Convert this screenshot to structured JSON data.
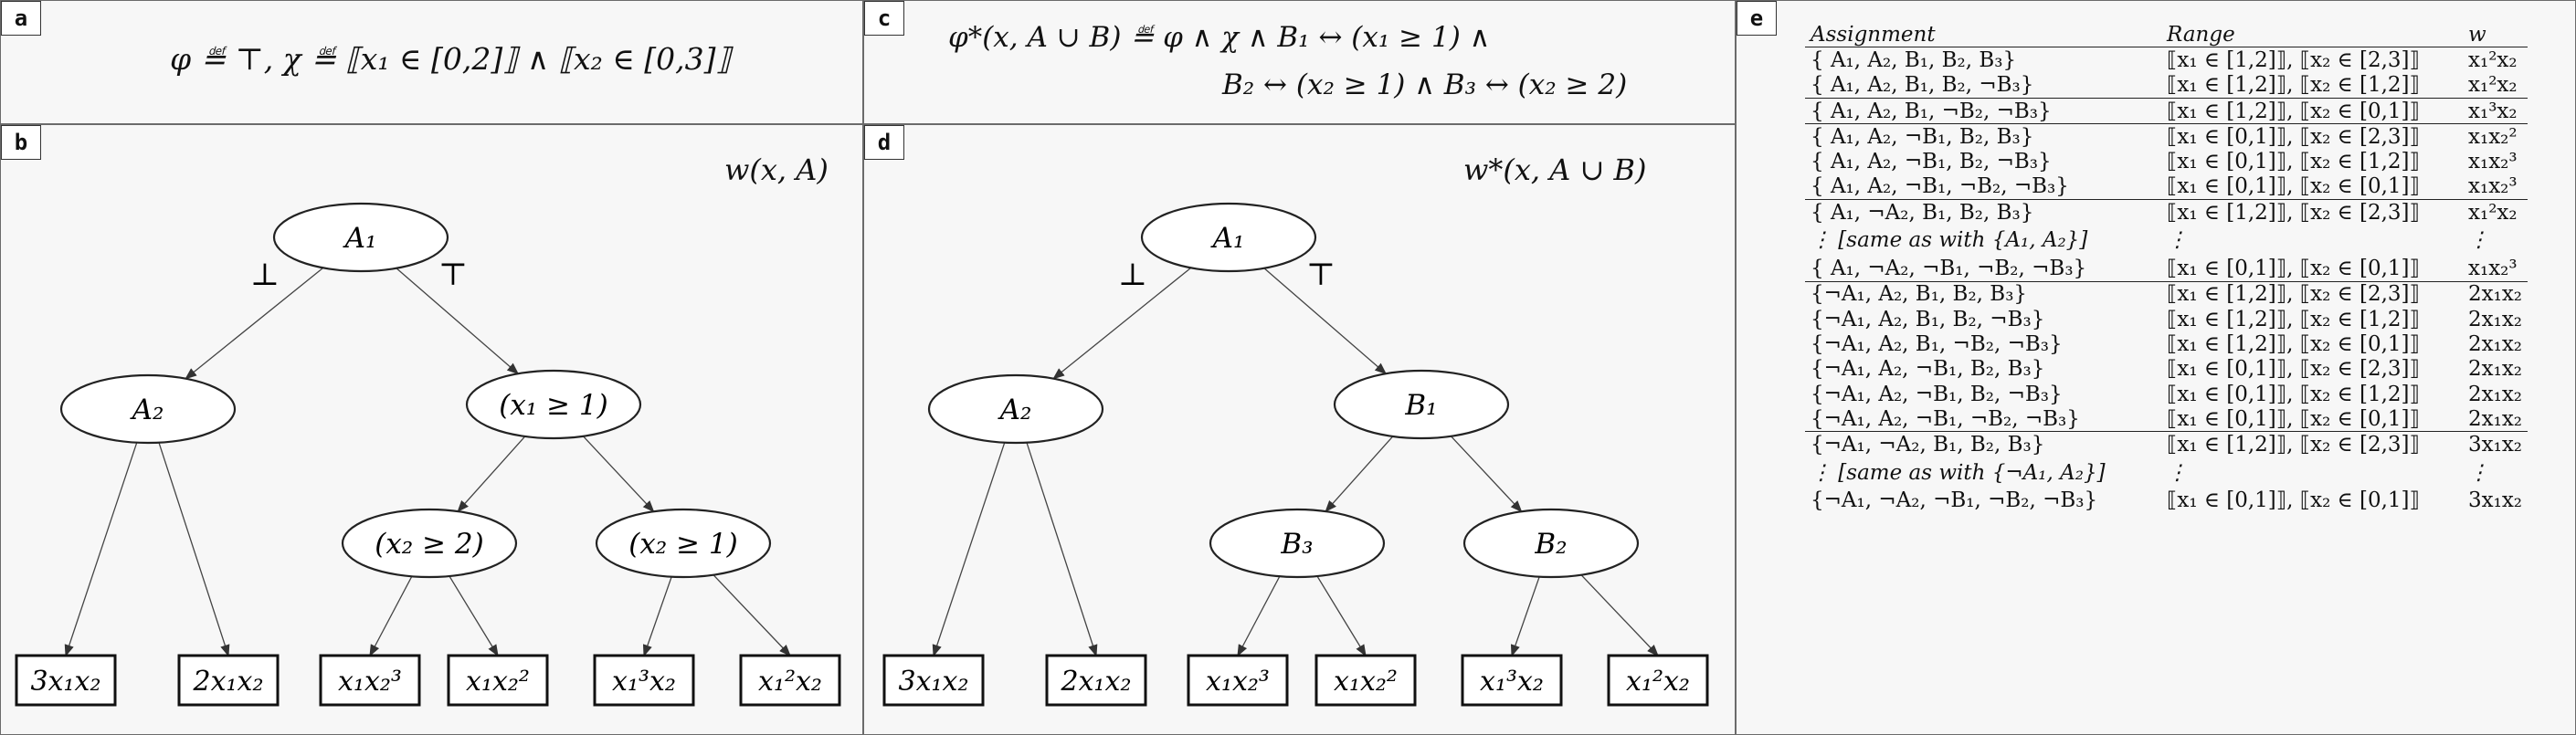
{
  "panels": {
    "a": {
      "label": "a",
      "formula": "φ ≝ ⊤, χ ≝ ⟦x₁ ∈ [0,2]⟧ ∧ ⟦x₂ ∈ [0,3]⟧"
    },
    "b": {
      "label": "b",
      "title": "w(x, A)"
    },
    "c": {
      "label": "c",
      "formula_line1": "φ*(x, A ∪ B)  ≝  φ ∧ χ ∧ B₁ ↔ (x₁ ≥ 1) ∧",
      "formula_line2": "B₂ ↔ (x₂ ≥ 1) ∧ B₃ ↔ (x₂ ≥ 2)"
    },
    "d": {
      "label": "d",
      "title": "w*(x, A ∪ B)"
    },
    "e": {
      "label": "e"
    }
  },
  "tree_b": {
    "nodes": [
      "A₁",
      "A₂",
      "(x₁ ≥ 1)",
      "(x₂ ≥ 2)",
      "(x₂ ≥ 1)"
    ],
    "edge_labels": [
      "⊥",
      "⊤"
    ],
    "leaves": [
      "3x₁x₂",
      "2x₁x₂",
      "x₁x₂³",
      "x₁x₂²",
      "x₁³x₂",
      "x₁²x₂"
    ]
  },
  "tree_d": {
    "nodes": [
      "A₁",
      "A₂",
      "B₁",
      "B₃",
      "B₂"
    ],
    "edge_labels": [
      "⊥",
      "⊤"
    ],
    "leaves": [
      "3x₁x₂",
      "2x₁x₂",
      "x₁x₂³",
      "x₁x₂²",
      "x₁³x₂",
      "x₁²x₂"
    ]
  },
  "table": {
    "headers": [
      "Assignment",
      "Range",
      "w"
    ],
    "rows": [
      {
        "a": "{  A₁,   A₂,   B₁,   B₂,   B₃}",
        "r": "⟦x₁ ∈ [1,2]⟧, ⟦x₂ ∈ [2,3]⟧",
        "w": "x₁²x₂"
      },
      {
        "a": "{  A₁,   A₂,   B₁,   B₂, ¬B₃}",
        "r": "⟦x₁ ∈ [1,2]⟧, ⟦x₂ ∈ [1,2]⟧",
        "w": "x₁²x₂"
      },
      {
        "a": "{  A₁,   A₂,   B₁, ¬B₂, ¬B₃}",
        "r": "⟦x₁ ∈ [1,2]⟧, ⟦x₂ ∈ [0,1]⟧",
        "w": "x₁³x₂"
      },
      {
        "a": "{  A₁,   A₂, ¬B₁,   B₂,   B₃}",
        "r": "⟦x₁ ∈ [0,1]⟧, ⟦x₂ ∈ [2,3]⟧",
        "w": "x₁x₂²"
      },
      {
        "a": "{  A₁,   A₂, ¬B₁,   B₂, ¬B₃}",
        "r": "⟦x₁ ∈ [0,1]⟧, ⟦x₂ ∈ [1,2]⟧",
        "w": "x₁x₂³"
      },
      {
        "a": "{  A₁,   A₂, ¬B₁, ¬B₂, ¬B₃}",
        "r": "⟦x₁ ∈ [0,1]⟧, ⟦x₂ ∈ [0,1]⟧",
        "w": "x₁x₂³"
      },
      {
        "a": "{  A₁, ¬A₂,   B₁,   B₂,   B₃}",
        "r": "⟦x₁ ∈ [1,2]⟧, ⟦x₂ ∈ [2,3]⟧",
        "w": "x₁²x₂"
      },
      {
        "gap": true,
        "a": "⋮ [same as with {A₁, A₂}]",
        "r": "⋮",
        "w": "⋮"
      },
      {
        "a": "{  A₁, ¬A₂, ¬B₁, ¬B₂, ¬B₃}",
        "r": "⟦x₁ ∈ [0,1]⟧, ⟦x₂ ∈ [0,1]⟧",
        "w": "x₁x₂³"
      },
      {
        "a": "{¬A₁,   A₂,   B₁,   B₂,   B₃}",
        "r": "⟦x₁ ∈ [1,2]⟧, ⟦x₂ ∈ [2,3]⟧",
        "w": "2x₁x₂"
      },
      {
        "a": "{¬A₁,   A₂,   B₁,   B₂, ¬B₃}",
        "r": "⟦x₁ ∈ [1,2]⟧, ⟦x₂ ∈ [1,2]⟧",
        "w": "2x₁x₂"
      },
      {
        "a": "{¬A₁,   A₂,   B₁, ¬B₂, ¬B₃}",
        "r": "⟦x₁ ∈ [1,2]⟧, ⟦x₂ ∈ [0,1]⟧",
        "w": "2x₁x₂"
      },
      {
        "a": "{¬A₁,   A₂, ¬B₁,   B₂,   B₃}",
        "r": "⟦x₁ ∈ [0,1]⟧, ⟦x₂ ∈ [2,3]⟧",
        "w": "2x₁x₂"
      },
      {
        "a": "{¬A₁,   A₂, ¬B₁,   B₂, ¬B₃}",
        "r": "⟦x₁ ∈ [0,1]⟧, ⟦x₂ ∈ [1,2]⟧",
        "w": "2x₁x₂"
      },
      {
        "a": "{¬A₁,   A₂, ¬B₁, ¬B₂, ¬B₃}",
        "r": "⟦x₁ ∈ [0,1]⟧, ⟦x₂ ∈ [0,1]⟧",
        "w": "2x₁x₂"
      },
      {
        "a": "{¬A₁, ¬A₂,   B₁,   B₂,   B₃}",
        "r": "⟦x₁ ∈ [1,2]⟧, ⟦x₂ ∈ [2,3]⟧",
        "w": "3x₁x₂"
      },
      {
        "gap": true,
        "a": "⋮ [same as with {¬A₁, A₂}]",
        "r": "⋮",
        "w": "⋮"
      },
      {
        "a": "{¬A₁, ¬A₂, ¬B₁, ¬B₂, ¬B₃}",
        "r": "⟦x₁ ∈ [0,1]⟧, ⟦x₂ ∈ [0,1]⟧",
        "w": "3x₁x₂"
      }
    ]
  }
}
